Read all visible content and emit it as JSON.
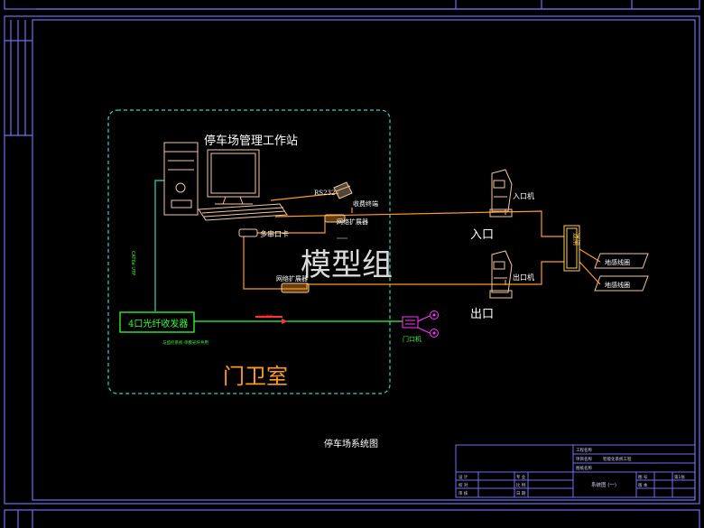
{
  "workstation": {
    "title": "停车场管理工作站"
  },
  "guard_room": {
    "label": "门卫室"
  },
  "devices": {
    "rs232": "RS232",
    "ticket_terminal": "收费终端",
    "network_expander_1": "网络扩展器",
    "multi_serial_card": "多串口卡",
    "network_expander_2": "网络扩展器",
    "fiber_transceiver": "4口光纤收发器",
    "gate_machine": "门口机",
    "entry_machine": "入口机",
    "exit_machine": "出口机",
    "gate_barrier": "道闸",
    "ground_coil_1": "地感线圈",
    "ground_coil_2": "地感线圈"
  },
  "lanes": {
    "entry": "入口",
    "exit": "出口"
  },
  "cable_notes": {
    "vertical": "CAT6e UTP",
    "fiber": "光纤传输",
    "bottom": "与监控系统 单模光纤共用"
  },
  "diagram_caption": "停车场系统图",
  "watermark": "模型组",
  "title_block": {
    "project_label": "工程名称",
    "project_value": "智能化系统工程",
    "item_label": "项目名称",
    "drawing_name_label": "图纸名称",
    "drawing_name": "系统图 (一)",
    "rows_left": [
      "设 计",
      "校 对",
      "审 核"
    ],
    "rows_mid": [
      "专 业",
      "比 例",
      "日 期"
    ],
    "rows_right": [
      "图 号",
      "版 本",
      "第1张"
    ]
  },
  "colors": {
    "frame": "#6f6ff0",
    "dashed": "#27d9c2",
    "orange": "#ff9a1f",
    "device": "#f4c79a",
    "green": "#33ff33",
    "magenta": "#ff33ff",
    "label_white": "#ffffff",
    "gate": "#ffd24a"
  }
}
